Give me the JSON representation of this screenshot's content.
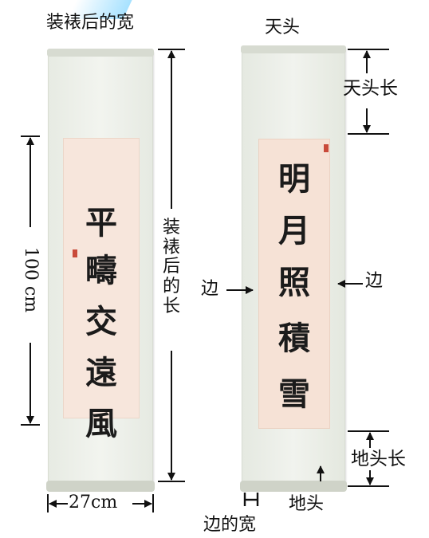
{
  "labels": {
    "left_width_top": "装裱后的宽",
    "tiantou": "天头",
    "tiantou_len": "天头长",
    "left_length_vertical": "100 cm",
    "mounted_length_vertical": "装裱后的长",
    "bian_left": "边",
    "bian_right": "边",
    "ditou_len": "地头长",
    "ditou": "地头",
    "width_27": "27cm",
    "bian_width": "边的宽"
  },
  "calligraphy": {
    "left": [
      "平",
      "疇",
      "交",
      "遠",
      "風"
    ],
    "right": [
      "明",
      "月",
      "照",
      "積",
      "雪"
    ]
  },
  "colors": {
    "scroll": "#eef1ea",
    "paper": "#f7e6dc",
    "seal": "#c94a3a"
  }
}
